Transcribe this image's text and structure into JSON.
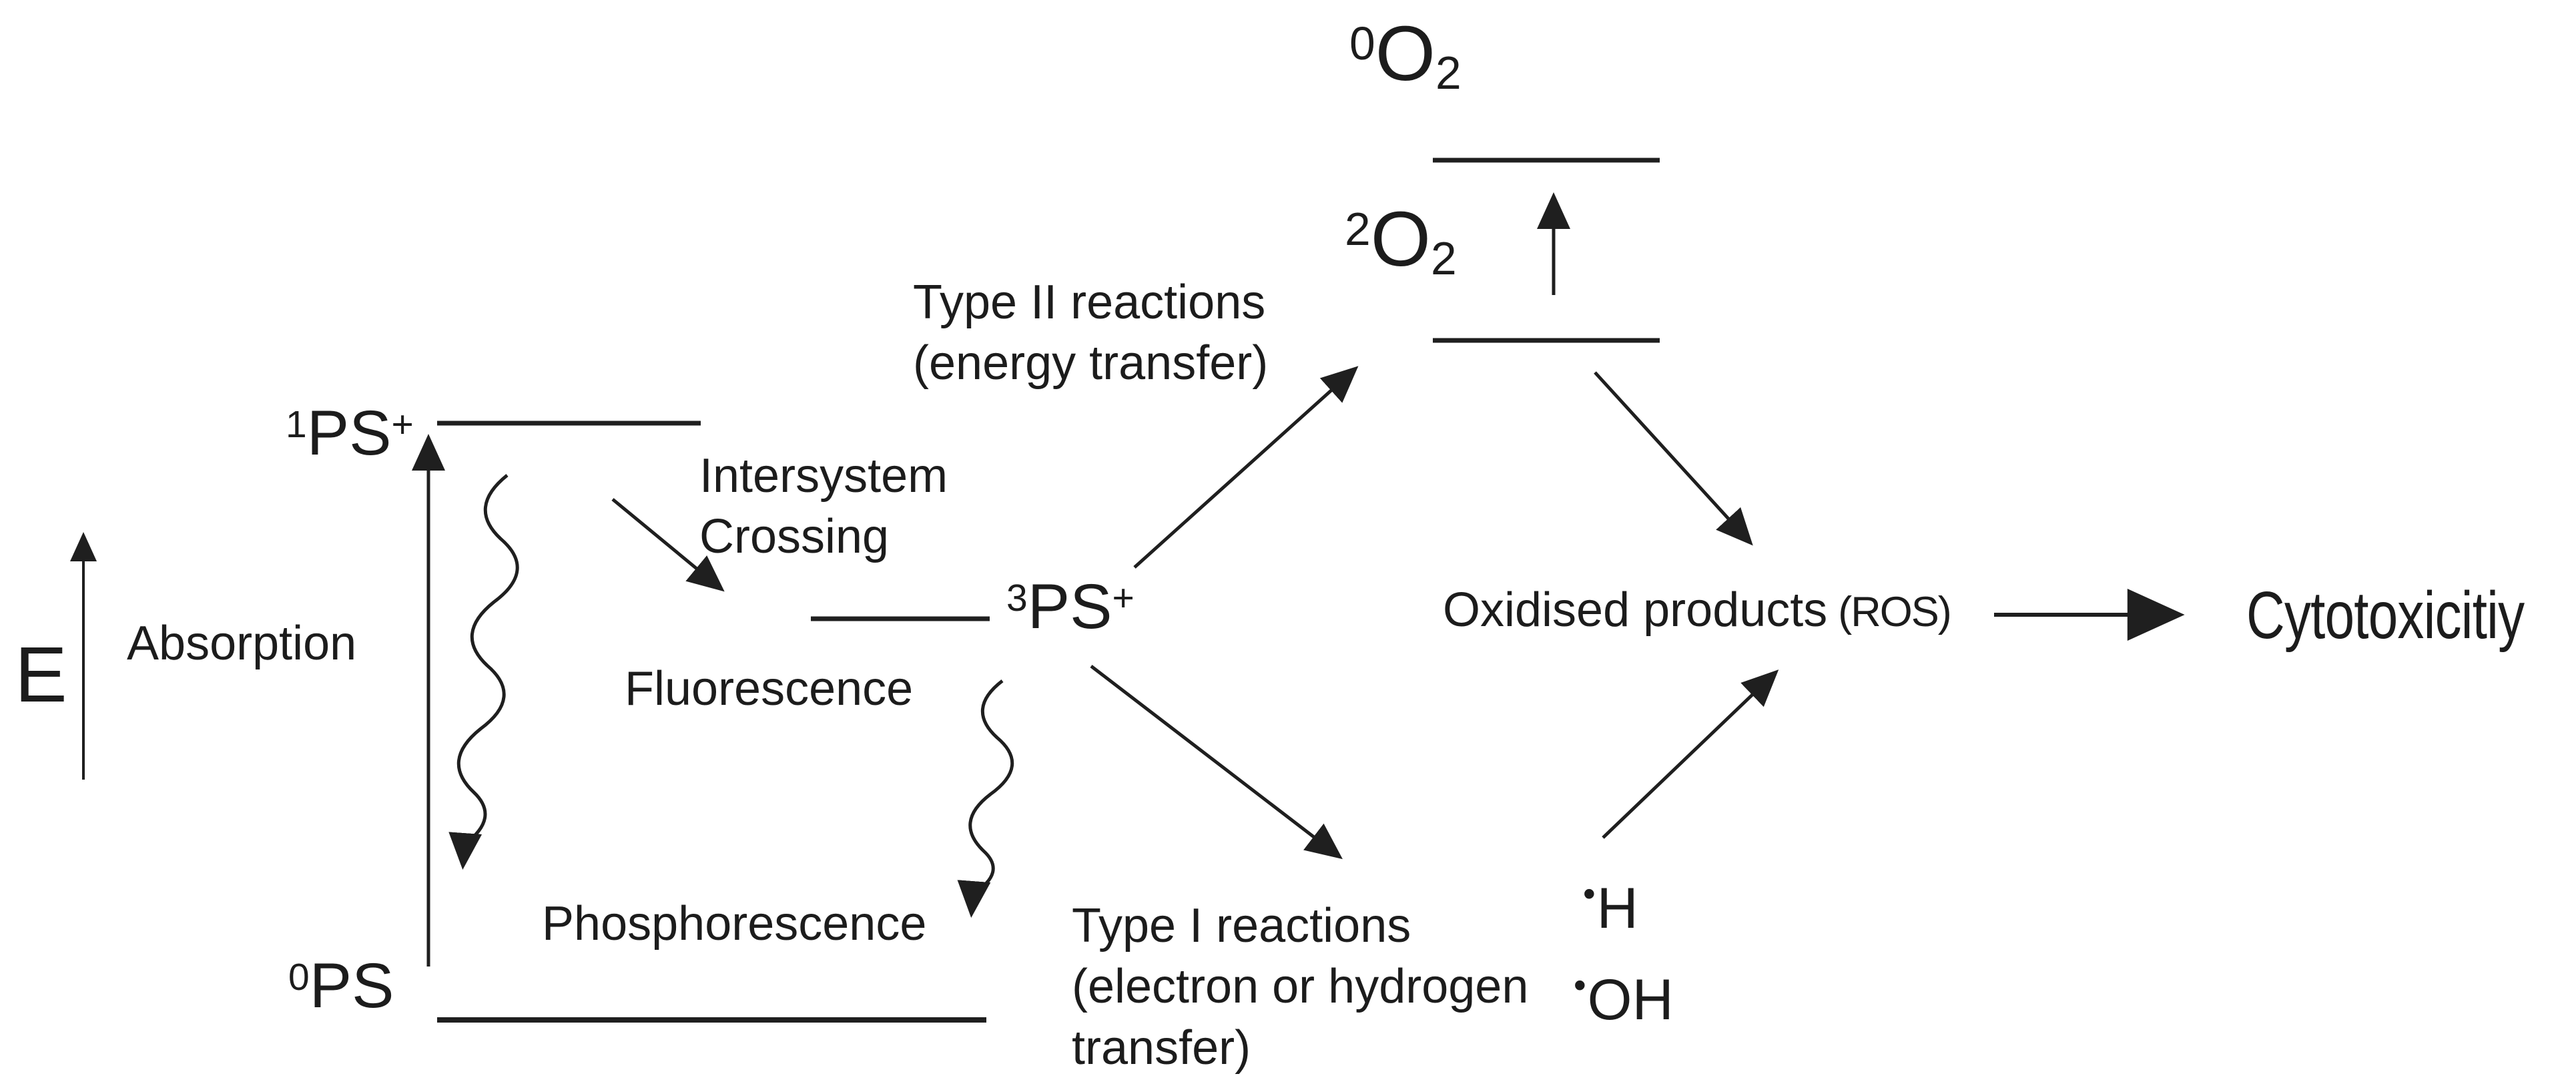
{
  "diagram": {
    "axis": {
      "energy_label": "E"
    },
    "process_labels": {
      "absorption": "Absorption",
      "intersystem_line1": "Intersystem",
      "intersystem_line2": "Crossing",
      "fluorescence": "Fluorescence",
      "phosphorescence": "Phosphorescence"
    },
    "reactions": {
      "type2_line1": "Type II reactions",
      "type2_line2": "(energy transfer)",
      "type1_line1": "Type I reactions",
      "type1_line2": "(electron or hydrogen",
      "type1_line3": "transfer)"
    },
    "states": {
      "singlet_excited_ps": {
        "sup": "1",
        "base": "PS",
        "charge": "+"
      },
      "triplet_ps": {
        "sup": "3",
        "base": "PS",
        "charge": "+"
      },
      "ground_ps": {
        "sup": "0",
        "base": "PS"
      },
      "oxygen_upper": {
        "sup": "0",
        "base": "O",
        "sub": "2"
      },
      "oxygen_lower": {
        "sup": "2",
        "base": "O",
        "sub": "2"
      }
    },
    "species": {
      "hydrogen_radical": {
        "dot": "•",
        "formula": "H"
      },
      "hydroxyl_radical": {
        "dot": "•",
        "formula": "OH"
      }
    },
    "outcomes": {
      "oxidised_products": "Oxidised products",
      "ros": "(ROS)",
      "cytotoxicity": "Cytotoxicitiy"
    },
    "colors": {
      "ink": "#1c1c1c",
      "background": "#ffffff"
    }
  }
}
